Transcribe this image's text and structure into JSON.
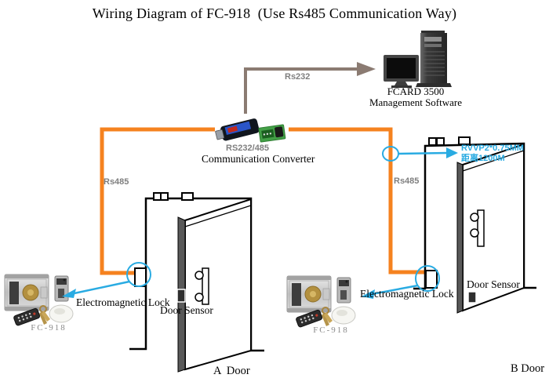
{
  "title": "Wiring Diagram of FC-918  (Use Rs485 Communication Way)",
  "colors": {
    "wire_orange": "#F5821F",
    "arrow_gray": "#8B7B72",
    "annotation_blue": "#29ABE2",
    "label_gray": "#7F7F7F"
  },
  "computer": {
    "caption_line1": "FCARD 3500",
    "caption_line2": "Management Software"
  },
  "converter": {
    "model": "RS232/485",
    "name": "Communication Converter"
  },
  "connections": {
    "rs232_label": "Rs232",
    "rs485_left_label": "Rs485",
    "rs485_right_label": "Rs485"
  },
  "cable_note": {
    "line1": "RVVP2*0.75MM",
    "line2": "距离1200M"
  },
  "door_a": {
    "name": "A  Door",
    "lock_label": "Electromagnetic Lock",
    "sensor_label": "Door Sensor",
    "device_label": "FC-918"
  },
  "door_b": {
    "name": "B Door",
    "lock_label": "Electromagnetic Lock",
    "sensor_label": "Door Sensor",
    "device_label": "FC-918"
  }
}
